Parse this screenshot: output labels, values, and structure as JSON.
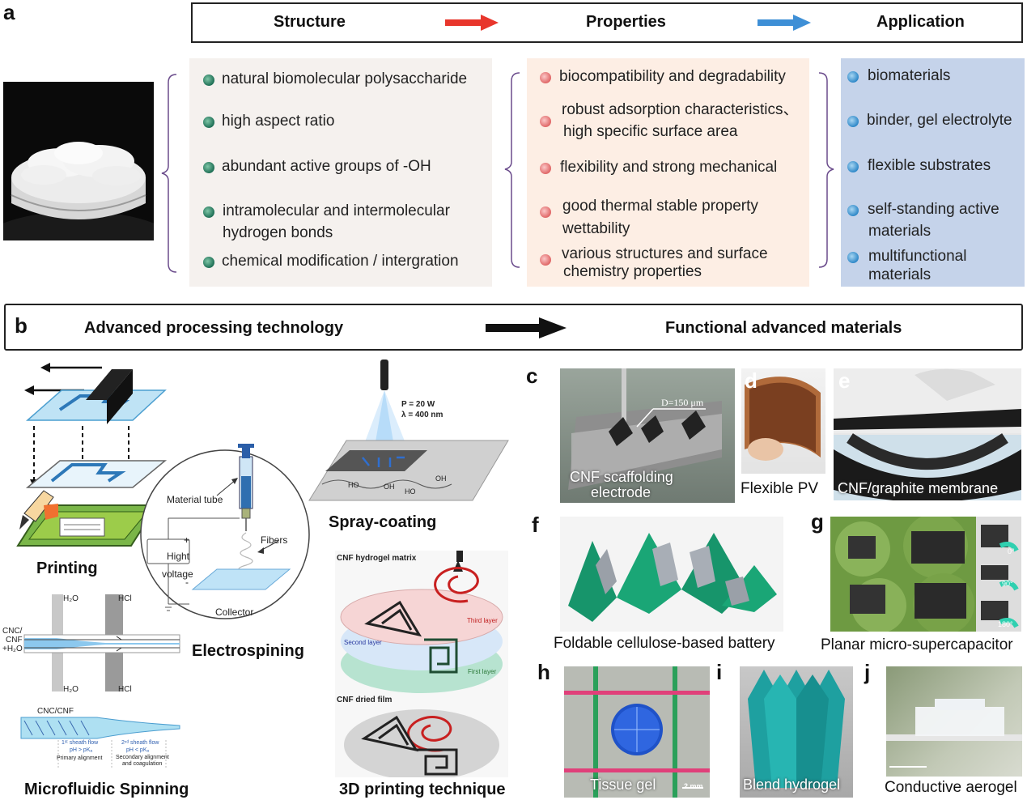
{
  "panel_a": {
    "letter": "a",
    "flow": {
      "structure": "Structure",
      "properties": "Properties",
      "application": "Application"
    },
    "structure_items": [
      "natural biomolecular polysaccharide",
      "high aspect ratio",
      "abundant active groups of -OH",
      "intramolecular and intermolecular",
      "hydrogen bonds",
      "chemical modification / intergration"
    ],
    "properties_items": [
      "biocompatibility and degradability",
      "robust adsorption characteristics、",
      "high specific surface area",
      "flexibility and strong mechanical",
      "good thermal stable property",
      "wettability",
      "various structures and surface",
      "chemistry properties"
    ],
    "application_items": [
      "biomaterials",
      "binder, gel electrolyte",
      "flexible substrates",
      "self-standing active",
      "materials",
      "multifunctional",
      "materials"
    ],
    "colors": {
      "structure_bg": "#f5f1ee",
      "properties_bg": "#fdeee4",
      "application_bg": "#c5d3ea",
      "red_arrow": "#e8362c",
      "blue_arrow": "#3e8fd6"
    }
  },
  "panel_b": {
    "letter": "b",
    "left_title": "Advanced processing technology",
    "right_title": "Functional advanced materials",
    "printing": {
      "label": "Printing"
    },
    "electrospinning": {
      "label": "Electrospining",
      "material_tube": "Material tube",
      "fibers": "Fibers",
      "high": "Hight",
      "voltage": "voltage",
      "plus": "+",
      "minus": "-",
      "collector": "Collector"
    },
    "spray": {
      "label": "Spray-coating",
      "power": "P = 20 W",
      "wavelength": "λ = 400 nm",
      "ho1": "HO",
      "oh": "OH",
      "ho2": "HO",
      "oh2": "OH"
    },
    "microfluidic": {
      "label": "Microfluidic Spinning",
      "h2o_top": "H₂O",
      "hcl_top": "HCl",
      "h2o_bottom": "H₂O",
      "hcl_bottom": "HCl",
      "inlet1": "CNC/",
      "inlet2": "CNF",
      "inlet3": "+H₂O",
      "cnc_cnf": "CNC/CNF",
      "flow1_title": "1ˢᵗ sheath flow",
      "flow1_ph": "pH > pKₐ",
      "flow1_name": "Primary alignment",
      "flow2_title": "2ⁿᵈ sheath flow",
      "flow2_ph": "pH < pKₐ",
      "flow2_name1": "Secondary alignment",
      "flow2_name2": "and coagulation"
    },
    "printing3d": {
      "label": "3D printing technique",
      "matrix": "CNF hydrogel matrix",
      "third_layer": "Third layer",
      "second_layer": "Second layer",
      "first_layer": "First layer",
      "dried_film": "CNF dried film"
    }
  },
  "panels_cj": [
    {
      "letter": "c",
      "photo_label_1": "CNF scaffolding",
      "photo_label_2": "electrode",
      "dimension": "D=150 μm"
    },
    {
      "letter": "d",
      "caption": "Flexible PV"
    },
    {
      "letter": "e",
      "photo_label": "CNF/graphite membrane"
    },
    {
      "letter": "f",
      "caption": "Foldable cellulose-based battery"
    },
    {
      "letter": "g",
      "caption": "Planar micro-supercapacitor",
      "angles": [
        "0°",
        "90°",
        "180°"
      ]
    },
    {
      "letter": "h",
      "photo_label": "Tissue gel",
      "scale": "2 mm"
    },
    {
      "letter": "i",
      "photo_label": "Blend hydrogel"
    },
    {
      "letter": "j",
      "caption": "Conductive aerogel"
    }
  ]
}
